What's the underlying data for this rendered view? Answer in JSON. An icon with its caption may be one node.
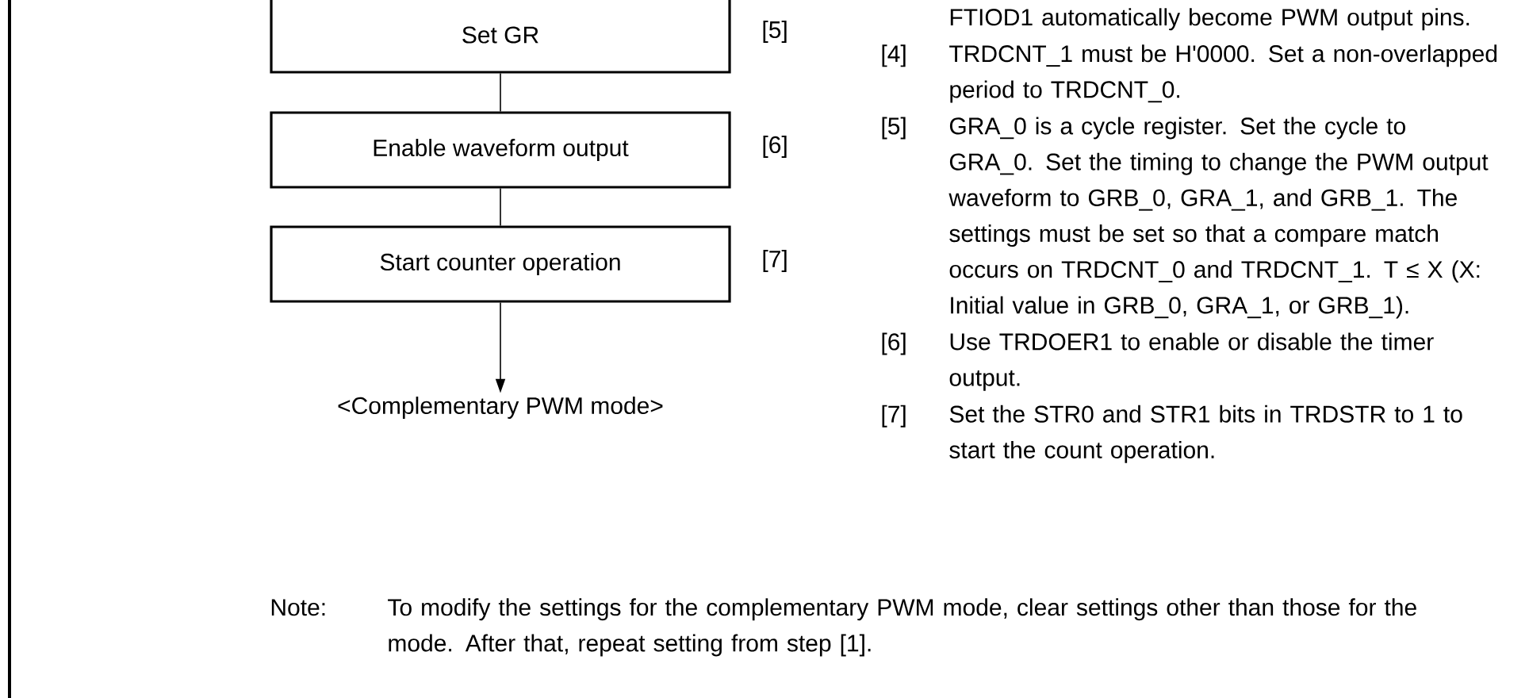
{
  "diagram": {
    "nodes": [
      {
        "text": [
          "Set GR"
        ],
        "beside": [
          "[5]"
        ]
      },
      {
        "text": [
          "Enable waveform output"
        ],
        "beside": [
          "[6]"
        ]
      },
      {
        "text": [
          "Start counter operation"
        ],
        "beside": [
          "[7]"
        ]
      },
      {
        "text": [
          "<Complementary PWM mode>"
        ]
      }
    ],
    "edges": [
      {
        "from": 0,
        "to": 1,
        "arrow": "none"
      },
      {
        "from": 1,
        "to": 2,
        "arrow": "none"
      },
      {
        "from": 2,
        "to": 3,
        "arrow": "to"
      }
    ],
    "labels": [
      "FTIOD1 automatically become PWM output pins.",
      "[4]",
      "TRDCNT_1 must be H'0000. Set a non-overlapped period to TRDCNT_0.",
      "[5]",
      "GRA_0 is a cycle register. Set the cycle to GRA_0. Set the timing to change the PWM output waveform to GRB_0, GRA_1, and GRB_1. The settings must be set so that a compare match occurs on TRDCNT_0 and TRDCNT_1. T ≤ X (X: Initial value in GRB_0, GRA_1, or GRB_1).",
      "[6]",
      "Use TRDOER1 to enable or disable the timer output.",
      "[7]",
      "Set the STR0 and STR1 bits in TRDSTR to 1 to start the count operation.",
      "Note:",
      "To modify the settings for the complementary PWM mode, clear settings other than those for the mode. After that, repeat setting from step [1]."
    ]
  }
}
